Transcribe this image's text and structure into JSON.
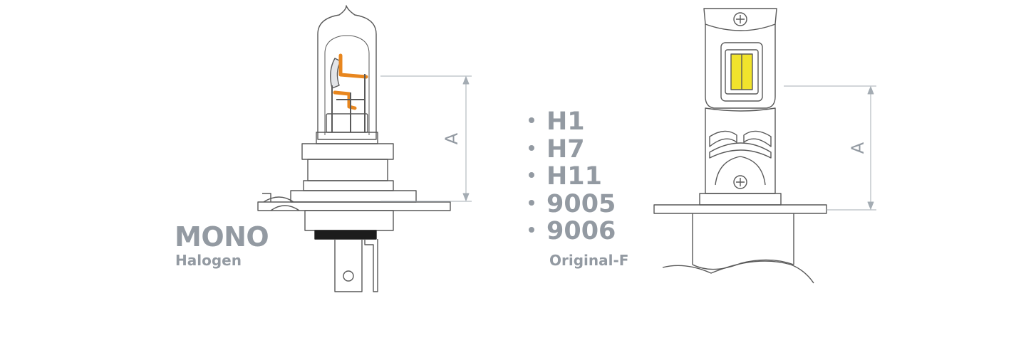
{
  "halogen_bulb": {
    "name": "MONO",
    "type": "Halogen",
    "dimension_label": "A"
  },
  "led_bulb": {
    "name": "Original-F",
    "dimension_label": "A"
  },
  "bulb_types": [
    {
      "label": "H1"
    },
    {
      "label": "H7"
    },
    {
      "label": "H11"
    },
    {
      "label": "9005"
    },
    {
      "label": "9006"
    }
  ],
  "colors": {
    "outline": "#595959",
    "dimension_line": "#a4acb3",
    "label_gray": "#939aa2",
    "filament_orange": "#e8861e",
    "led_chip": "#f1e32c",
    "base_black": "#1c1c1c"
  }
}
